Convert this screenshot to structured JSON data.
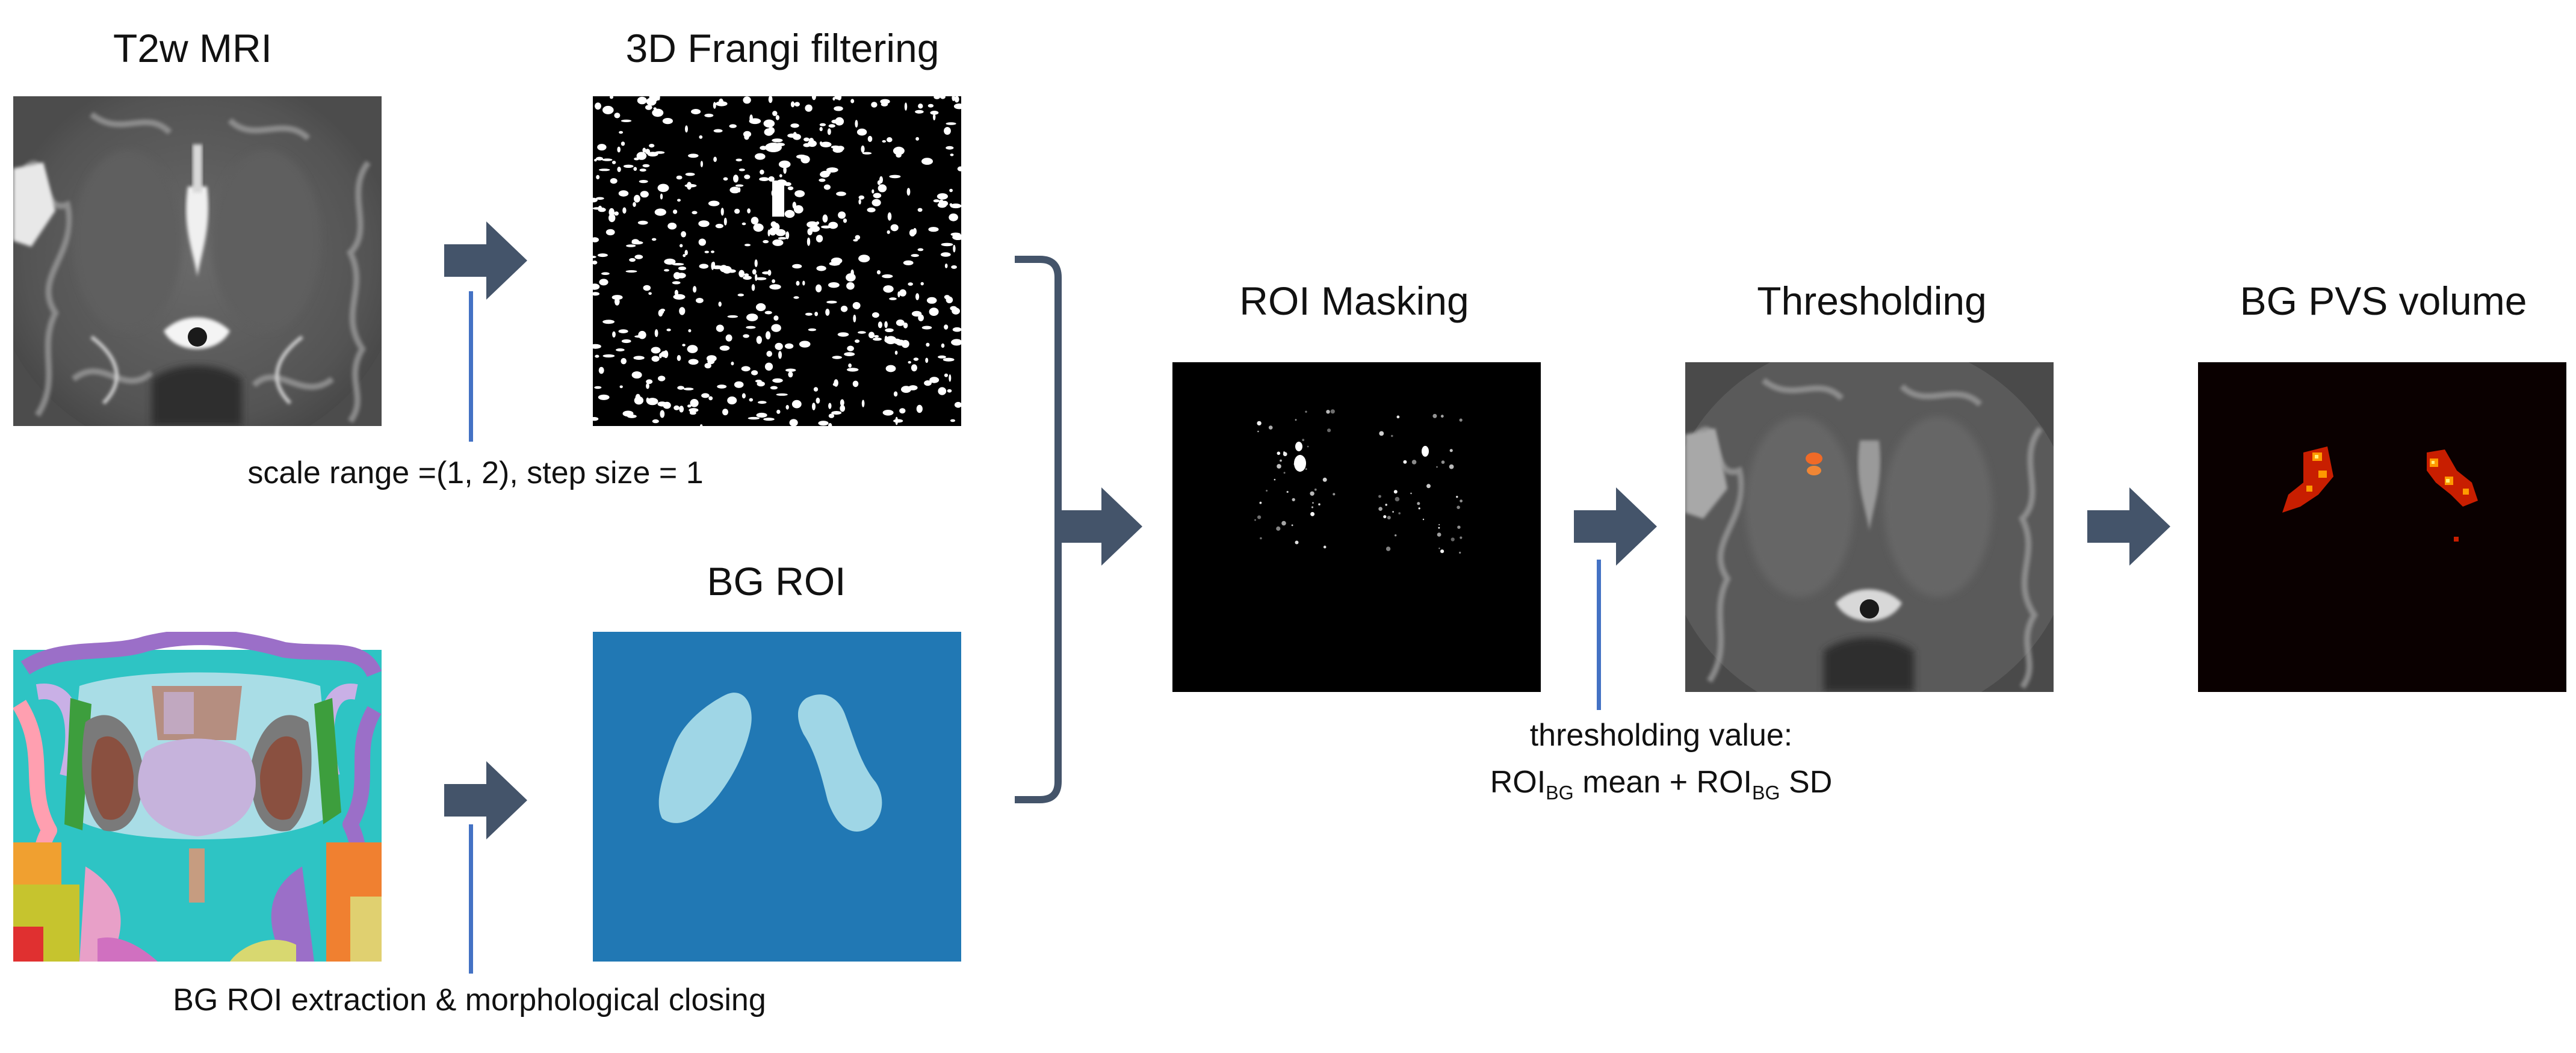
{
  "titles": {
    "t2w": "T2w MRI",
    "frangi": "3D Frangi filtering",
    "bg_roi": "BG ROI",
    "roi_masking": "ROI Masking",
    "thresholding": "Thresholding",
    "bg_pvs": "BG PVS volume"
  },
  "captions": {
    "frangi_params": "scale range =(1, 2), step size = 1",
    "roi_extraction": "BG ROI extraction & morphological closing",
    "thresh_line1": "thresholding value:",
    "thresh_roi": "ROI",
    "thresh_sub": "BG",
    "thresh_mean": " mean + ",
    "thresh_sd": " SD"
  },
  "colors": {
    "arrow": "#44546a",
    "bracket": "#44546a",
    "connector": "#4472c4",
    "roi_background": "#2178b4",
    "roi_region": "#9fd6e6"
  }
}
